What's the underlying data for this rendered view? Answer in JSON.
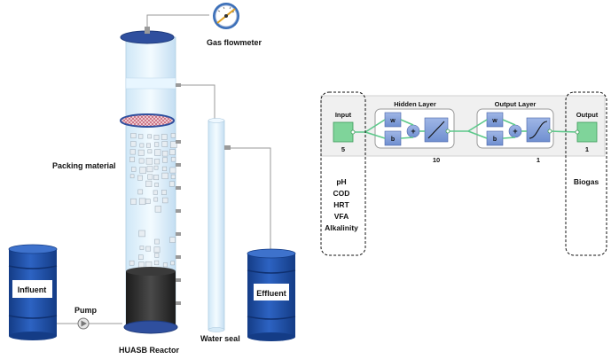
{
  "reactor": {
    "gas_flowmeter": "Gas flowmeter",
    "packing_material": "Packing material",
    "influent": "Influent",
    "pump": "Pump",
    "reactor_name": "HUASB Reactor",
    "water_seal": "Water seal",
    "effluent": "Effluent"
  },
  "network": {
    "input_label": "Input",
    "input_count": "5",
    "hidden_layer": "Hidden Layer",
    "hidden_count": "10",
    "output_layer": "Output Layer",
    "output_layer_count": "1",
    "output_label": "Output",
    "output_count": "1",
    "weight_symbol": "w",
    "bias_symbol": "b",
    "sum_symbol": "+",
    "inputs": [
      "pH",
      "COD",
      "HRT",
      "VFA",
      "Alkalinity"
    ],
    "output_name": "Biogas"
  },
  "colors": {
    "drum_blue": "#1e4fa0",
    "reactor_cap": "#2f4f9e",
    "sludge": "#2a2a2a",
    "panel_blue": "#7f9bd6",
    "node_green": "#7fd49a"
  }
}
